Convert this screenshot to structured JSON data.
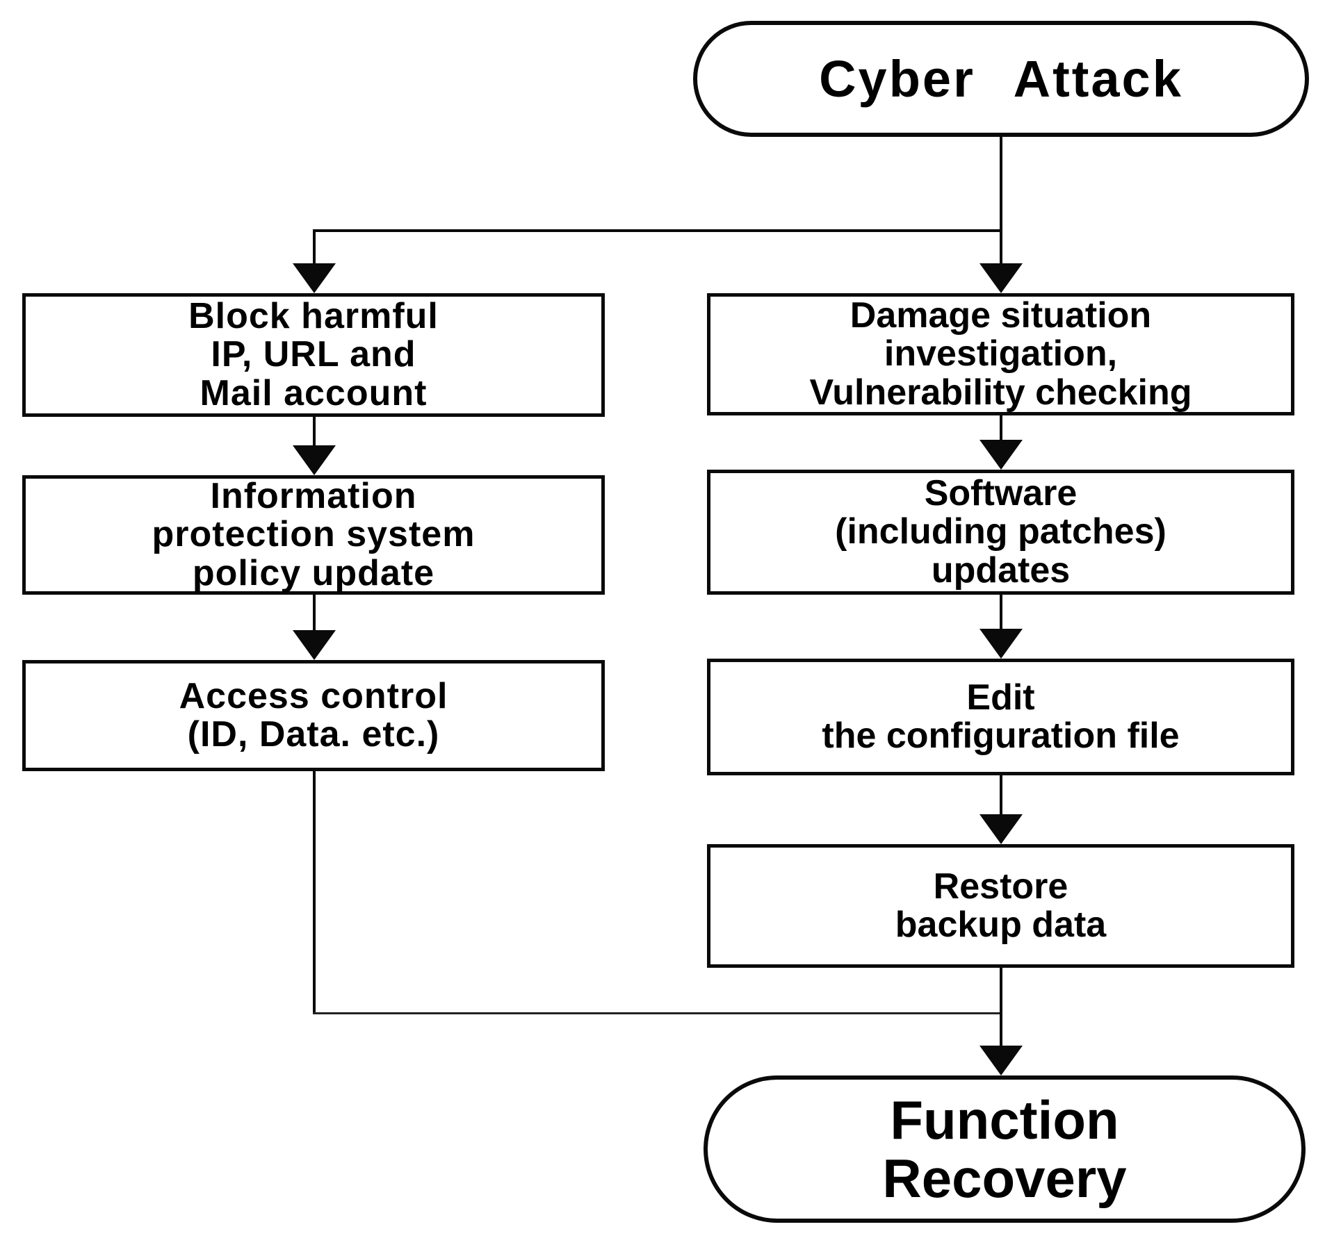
{
  "colors": {
    "ink": "#0a0a0a",
    "paper": "#ffffff"
  },
  "nodes": {
    "cyber_attack": {
      "type": "terminal",
      "label": "Cyber Attack"
    },
    "block_harmful": {
      "type": "process",
      "lines": [
        "Block harmful",
        "IP, URL and",
        "Mail account"
      ]
    },
    "policy_update": {
      "type": "process",
      "lines": [
        "Information",
        "protection system",
        "policy update"
      ]
    },
    "access_control": {
      "type": "process",
      "lines": [
        "Access control",
        "(ID, Data. etc.)"
      ]
    },
    "damage_investigation": {
      "type": "process",
      "lines": [
        "Damage situation",
        "investigation,",
        "Vulnerability checking"
      ]
    },
    "software_updates": {
      "type": "process",
      "lines": [
        "Software",
        "(including patches)",
        "updates"
      ]
    },
    "edit_configuration": {
      "type": "process",
      "lines": [
        "Edit",
        "the configuration file"
      ]
    },
    "restore_backup": {
      "type": "process",
      "lines": [
        "Restore",
        "backup data"
      ]
    },
    "function_recovery": {
      "type": "terminal",
      "lines": [
        "Function",
        "Recovery"
      ]
    }
  },
  "edges": [
    {
      "from": "cyber_attack",
      "to": "block_harmful"
    },
    {
      "from": "cyber_attack",
      "to": "damage_investigation"
    },
    {
      "from": "block_harmful",
      "to": "policy_update"
    },
    {
      "from": "policy_update",
      "to": "access_control"
    },
    {
      "from": "damage_investigation",
      "to": "software_updates"
    },
    {
      "from": "software_updates",
      "to": "edit_configuration"
    },
    {
      "from": "edit_configuration",
      "to": "restore_backup"
    },
    {
      "from": "access_control",
      "to": "function_recovery"
    },
    {
      "from": "restore_backup",
      "to": "function_recovery"
    }
  ]
}
